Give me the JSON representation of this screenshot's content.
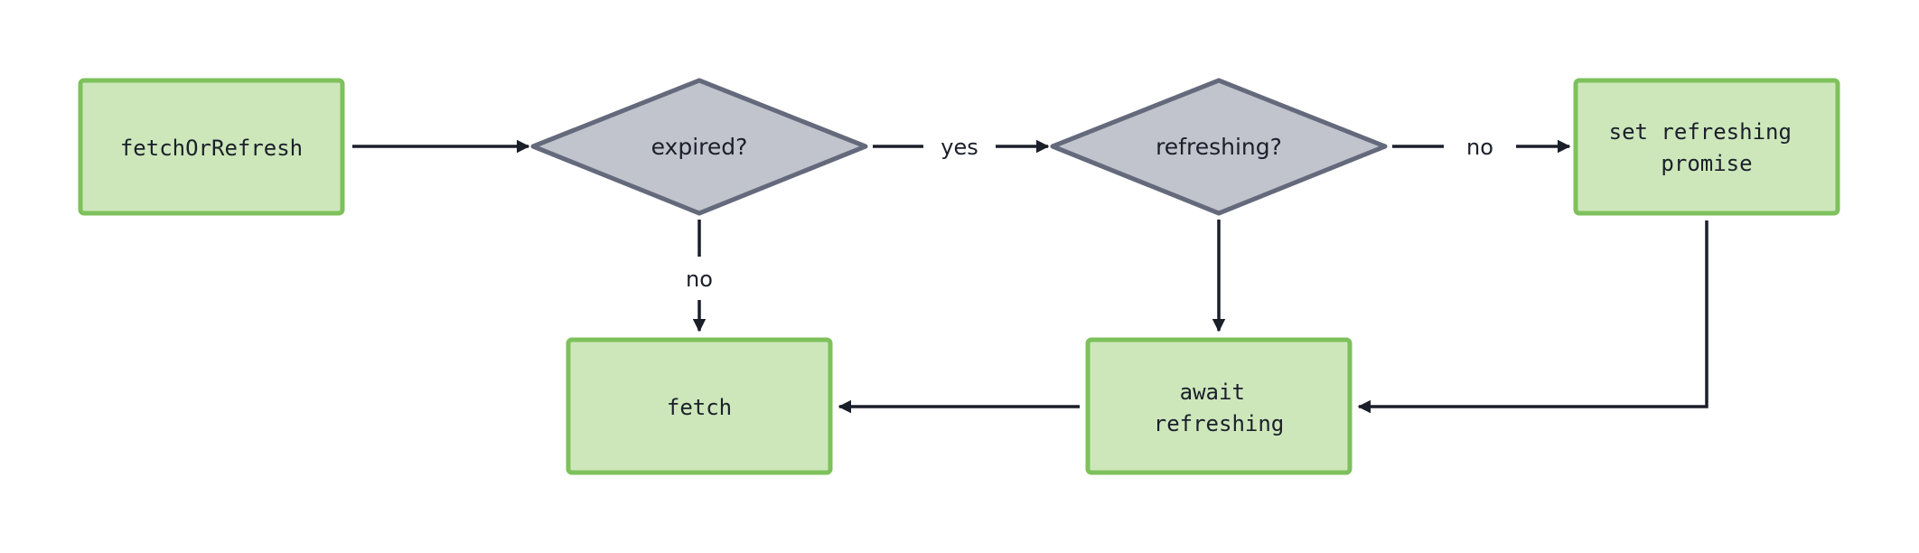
{
  "colors": {
    "process_fill": "#cde7bb",
    "process_stroke": "#7dc15b",
    "decision_fill": "#c1c4cc",
    "decision_stroke": "#646a7c",
    "edge": "#1b1f2a"
  },
  "nodes": {
    "fetch_or_refresh": {
      "lines": [
        "fetchOrRefresh"
      ]
    },
    "expired": {
      "label": "expired?"
    },
    "refreshing": {
      "label": "refreshing?"
    },
    "set_refreshing_promise": {
      "lines": [
        "set refreshing",
        "promise"
      ]
    },
    "fetch": {
      "lines": [
        "fetch"
      ]
    },
    "await_refreshing": {
      "lines": [
        "await",
        "refreshing"
      ]
    }
  },
  "edges": {
    "expired_yes": "yes",
    "expired_no": "no",
    "refreshing_no": "no"
  }
}
